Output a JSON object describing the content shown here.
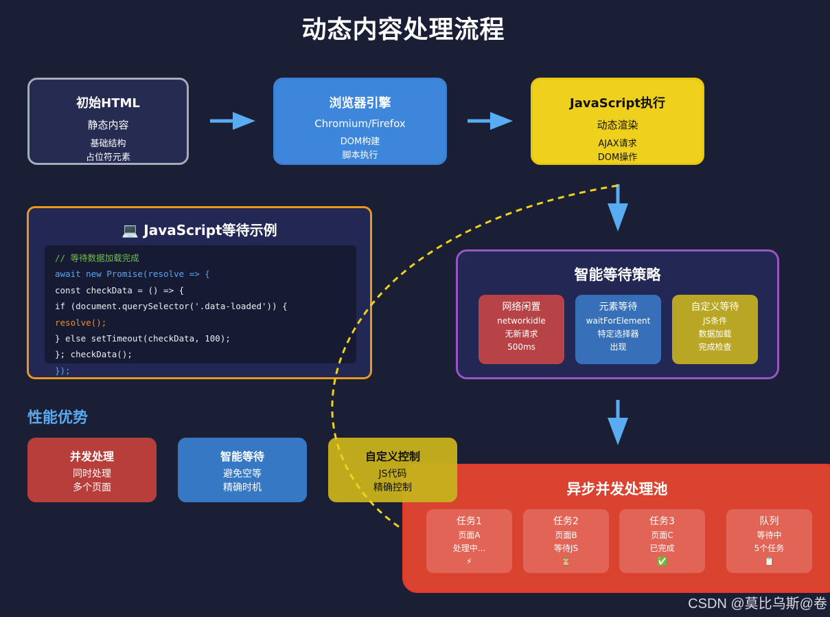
{
  "title": "动态内容处理流程",
  "stages": [
    {
      "title": "初始HTML",
      "subtitle": "静态内容",
      "lines": [
        "基础结构",
        "占位符元素"
      ]
    },
    {
      "title": "浏览器引擎",
      "subtitle": "Chromium/Firefox",
      "lines": [
        "DOM构建",
        "脚本执行"
      ]
    },
    {
      "title": "JavaScript执行",
      "subtitle": "动态渲染",
      "lines": [
        "AJAX请求",
        "DOM操作"
      ]
    }
  ],
  "code": {
    "icon": "💻",
    "title": "JavaScript等待示例",
    "lines": [
      "// 等待数据加载完成",
      "await new Promise(resolve => {",
      "const checkData = () => {",
      "if (document.querySelector('.data-loaded')) {",
      "resolve();",
      "} else setTimeout(checkData, 100);",
      "}; checkData();",
      "});"
    ]
  },
  "strategy": {
    "title": "智能等待策略",
    "cards": [
      {
        "title": "网络闲置",
        "lines": [
          "networkidle",
          "无新请求",
          "500ms"
        ]
      },
      {
        "title": "元素等待",
        "lines": [
          "waitForElement",
          "特定选择器",
          "出现"
        ]
      },
      {
        "title": "自定义等待",
        "lines": [
          "JS条件",
          "数据加载",
          "完成检查"
        ]
      }
    ]
  },
  "performance": {
    "title": "性能优势",
    "items": [
      {
        "title": "并发处理",
        "lines": [
          "同时处理",
          "多个页面"
        ]
      },
      {
        "title": "智能等待",
        "lines": [
          "避免空等",
          "精确时机"
        ]
      },
      {
        "title": "自定义控制",
        "lines": [
          "JS代码",
          "精确控制"
        ]
      }
    ]
  },
  "pool": {
    "title": "异步并发处理池",
    "tasks": [
      {
        "title": "任务1",
        "lines": [
          "页面A",
          "处理中..."
        ],
        "icon": "⚡"
      },
      {
        "title": "任务2",
        "lines": [
          "页面B",
          "等待JS"
        ],
        "icon": "⏳"
      },
      {
        "title": "任务3",
        "lines": [
          "页面C",
          "已完成"
        ],
        "icon": "✅"
      },
      {
        "title": "队列",
        "lines": [
          "等待中",
          "5个任务"
        ],
        "icon": "📋"
      }
    ]
  },
  "watermark": "CSDN @莫比乌斯@卷",
  "colors": {
    "background": "#1a1f35",
    "arrow": "#5aacf2",
    "dashed": "#f0d21c",
    "code_border": "#e89a1d",
    "strategy_border": "#9a55c4",
    "pool": "#db4331"
  }
}
